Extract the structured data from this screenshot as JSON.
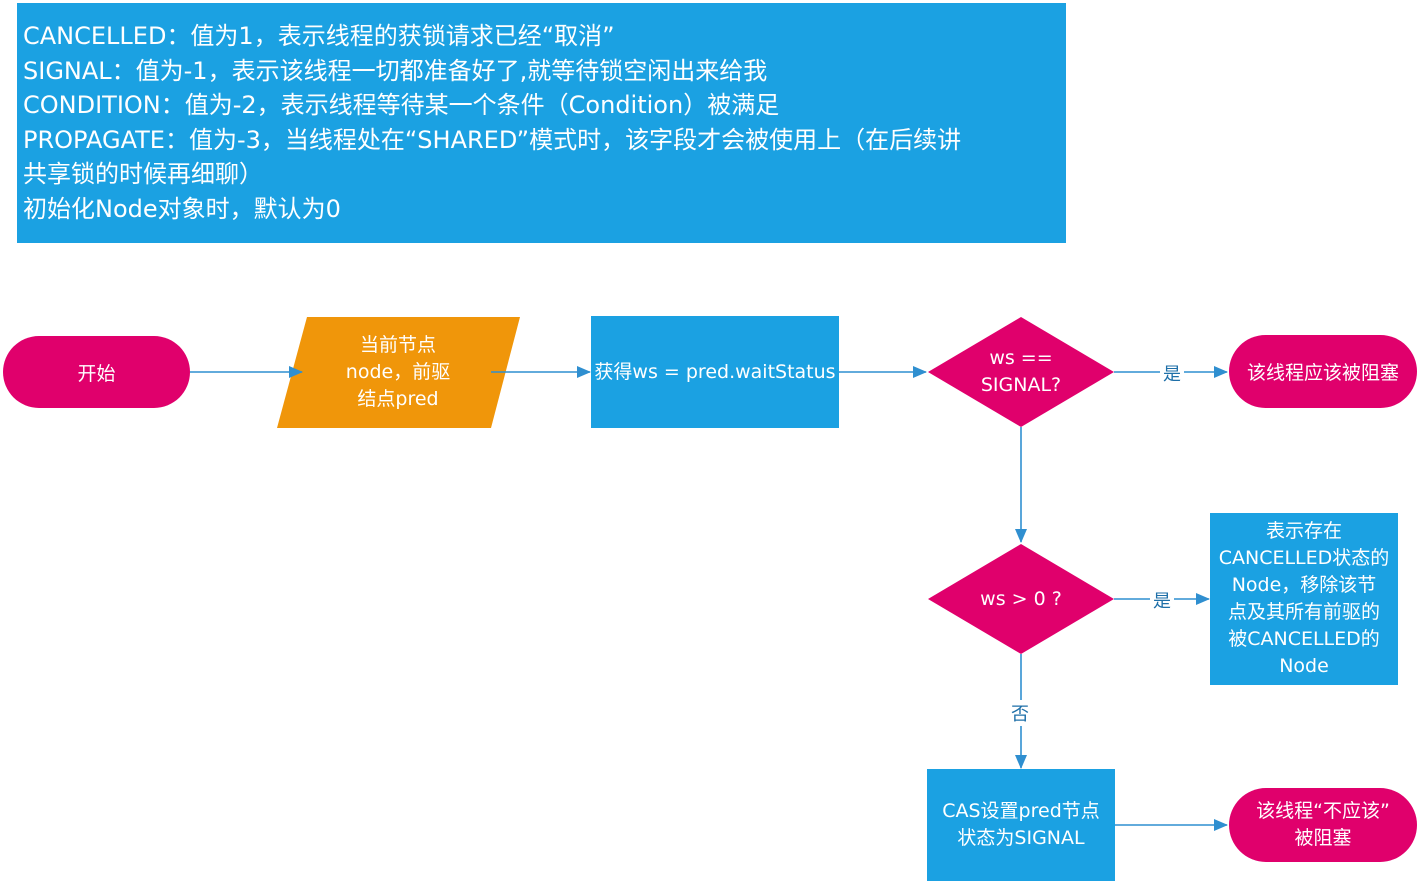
{
  "legend": {
    "lines": [
      "CANCELLED：值为1，表示线程的获锁请求已经“取消”",
      "SIGNAL：值为-1，表示该线程一切都准备好了,就等待锁空闲出来给我",
      "CONDITION：值为-2，表示线程等待某一个条件（Condition）被满足",
      "PROPAGATE：值为-3，当线程处在“SHARED”模式时，该字段才会被使用上（在后续讲",
      "共享锁的时候再细聊）",
      "初始化Node对象时，默认为0"
    ]
  },
  "nodes": {
    "start": "开始",
    "input_line1": "当前节点",
    "input_line2": "node，前驱",
    "input_line3": "结点pred",
    "get_ws": "获得ws = pred.waitStatus",
    "decision1_line1": "ws ==",
    "decision1_line2": "SIGNAL?",
    "block": "该线程应该被阻塞",
    "decision2": "ws > 0 ?",
    "remove_line1": "表示存在",
    "remove_line2": "CANCELLED状态的",
    "remove_line3": "Node，移除该节",
    "remove_line4": "点及其所有前驱的",
    "remove_line5": "被CANCELLED的",
    "remove_line6": "Node",
    "cas_line1": "CAS设置pred节点",
    "cas_line2": "状态为SIGNAL",
    "not_block_line1": "该线程“不应该”",
    "not_block_line2": "被阻塞"
  },
  "edges": {
    "yes1": "是",
    "yes2": "是",
    "no": "否"
  },
  "colors": {
    "blue": "#1ba1e2",
    "magenta": "#e0006c",
    "orange": "#f0960a",
    "arrow": "#2f8fd0"
  }
}
